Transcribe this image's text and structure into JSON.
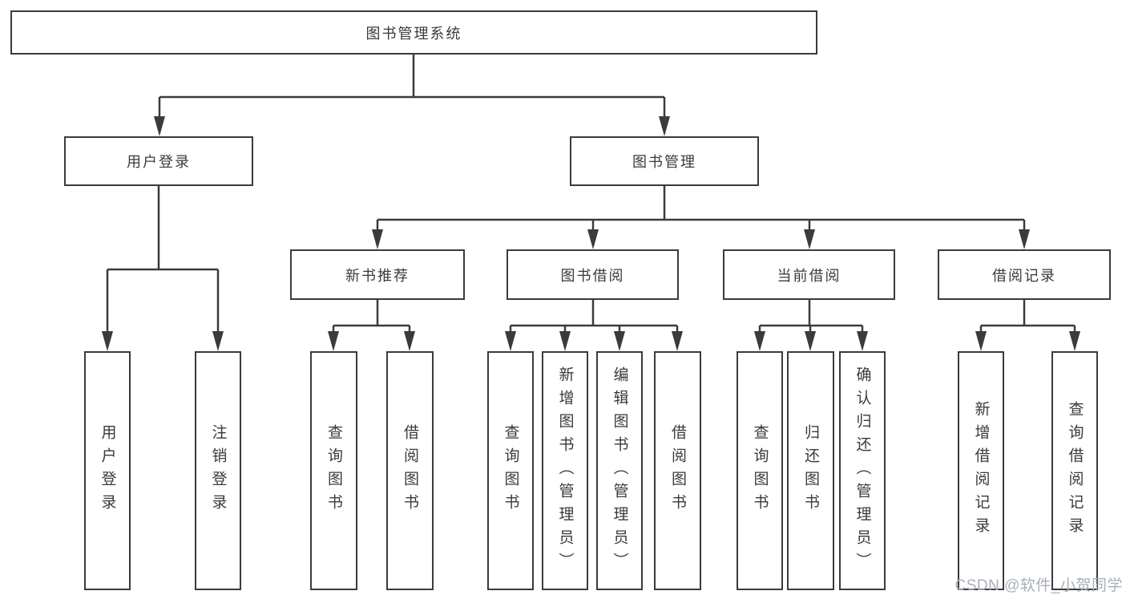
{
  "diagram": {
    "root": {
      "label": "图书管理系统"
    },
    "level2": [
      {
        "label": "用户登录",
        "leaves": [
          "用户登录",
          "注销登录"
        ]
      },
      {
        "label": "图书管理",
        "groups": [
          {
            "label": "新书推荐",
            "leaves": [
              "查询图书",
              "借阅图书"
            ]
          },
          {
            "label": "图书借阅",
            "leaves": [
              "查询图书",
              "新增图书（管理员）",
              "编辑图书（管理员）",
              "借阅图书"
            ]
          },
          {
            "label": "当前借阅",
            "leaves": [
              "查询图书",
              "归还图书",
              "确认归还（管理员）"
            ]
          },
          {
            "label": "借阅记录",
            "leaves": [
              "新增借阅记录",
              "查询借阅记录"
            ]
          }
        ]
      }
    ]
  },
  "watermark": {
    "text": "CSDN @软件_小贺同学"
  },
  "colors": {
    "line": "#3b3b3b",
    "text": "#3a3a3a",
    "background": "#ffffff",
    "watermark": "#a8aeb9"
  }
}
